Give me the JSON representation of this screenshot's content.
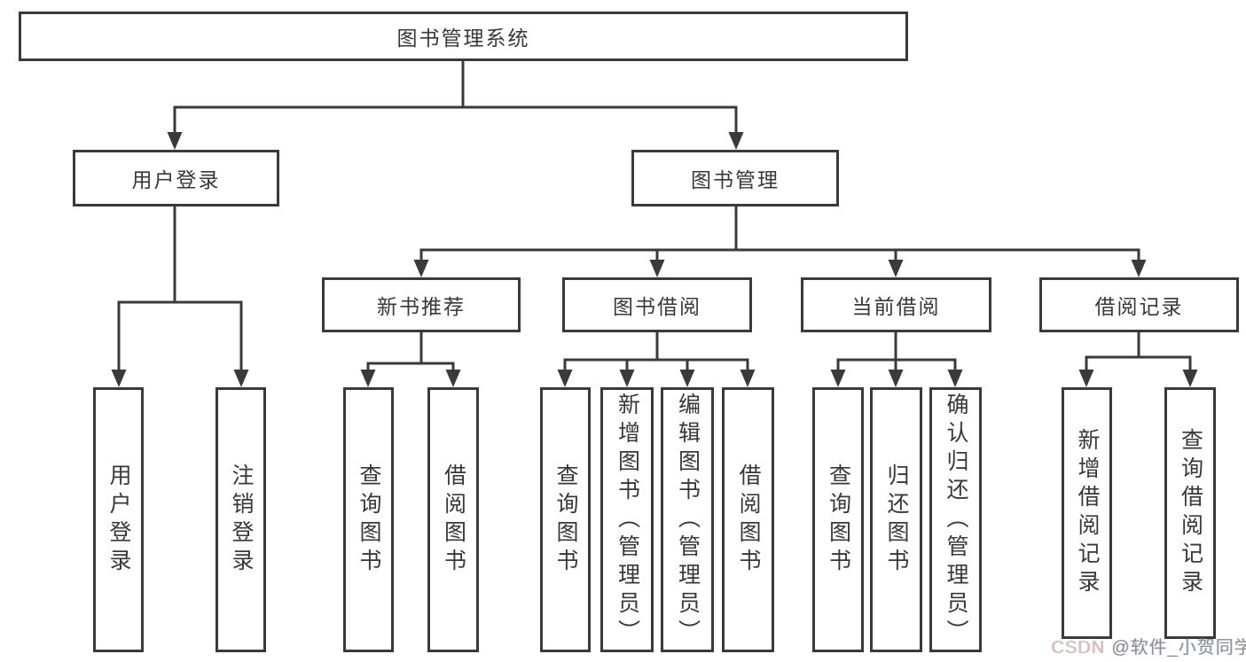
{
  "root": {
    "label": "图书管理系统"
  },
  "level2": {
    "user_login": {
      "label": "用户登录"
    },
    "book_management": {
      "label": "图书管理"
    }
  },
  "level3": {
    "new_book_recommend": {
      "label": "新书推荐"
    },
    "book_borrowing": {
      "label": "图书借阅"
    },
    "current_borrowing": {
      "label": "当前借阅"
    },
    "borrowing_records": {
      "label": "借阅记录"
    }
  },
  "leaves": {
    "user_login": {
      "label": "用户登录"
    },
    "logout": {
      "label": "注销登录"
    },
    "recommend_query_books": {
      "label": "查询图书"
    },
    "recommend_borrow_books": {
      "label": "借阅图书"
    },
    "borrowing_query_books": {
      "label": "查询图书"
    },
    "borrowing_add_books_admin": {
      "label": "新增图书（管理员）"
    },
    "borrowing_edit_books_admin": {
      "label": "编辑图书（管理员）"
    },
    "borrowing_borrow_books": {
      "label": "借阅图书"
    },
    "current_query_books": {
      "label": "查询图书"
    },
    "current_return_books": {
      "label": "归还图书"
    },
    "current_confirm_return_admin": {
      "label": "确认归还（管理员）"
    },
    "records_add_record": {
      "label": "新增借阅记录"
    },
    "records_query_record": {
      "label": "查询借阅记录"
    }
  },
  "watermark": {
    "prefix": "CSDN ",
    "handle": "@软件_小贺同学"
  },
  "colors": {
    "line": "#3a3a3a",
    "text": "#383838",
    "background": "#ffffff",
    "watermark_light": "#c6c6c6",
    "watermark_dark": "#8f8f8f"
  }
}
